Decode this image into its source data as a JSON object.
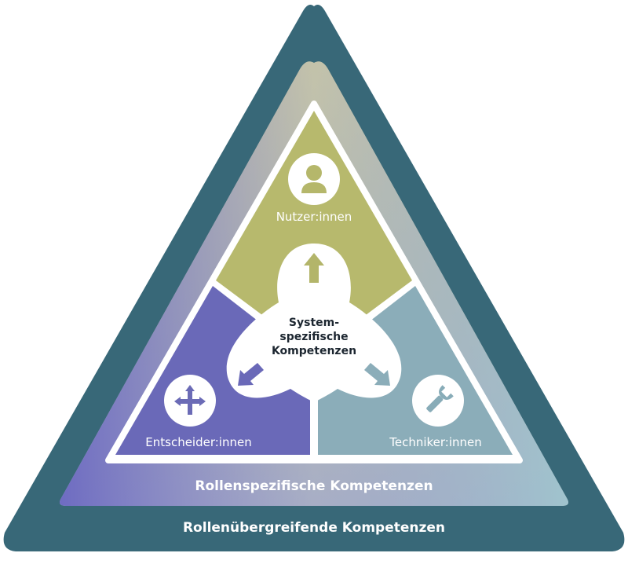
{
  "outer_label": "Rollenübergreifende Kompetenzen",
  "middle_label": "Rollenspezifische Kompetenzen",
  "center": {
    "line1": "System-",
    "line2": "spezifische",
    "line3": "Kompetenzen"
  },
  "roles": {
    "top": {
      "label": "Nutzer:innen",
      "icon": "person-icon"
    },
    "left": {
      "label": "Entscheider:innen",
      "icon": "crossroads-arrows-icon"
    },
    "right": {
      "label": "Techniker:innen",
      "icon": "wrench-icon"
    }
  },
  "colors": {
    "outer": "#386878",
    "middle_top": "#d3d68e",
    "middle_left": "#6f6fc0",
    "middle_right": "#9bc0cb",
    "role_top": "#b5b76b",
    "role_left": "#6b6bb6",
    "role_right": "#88acb8",
    "white": "#ffffff",
    "center_text": "#1c2630"
  }
}
